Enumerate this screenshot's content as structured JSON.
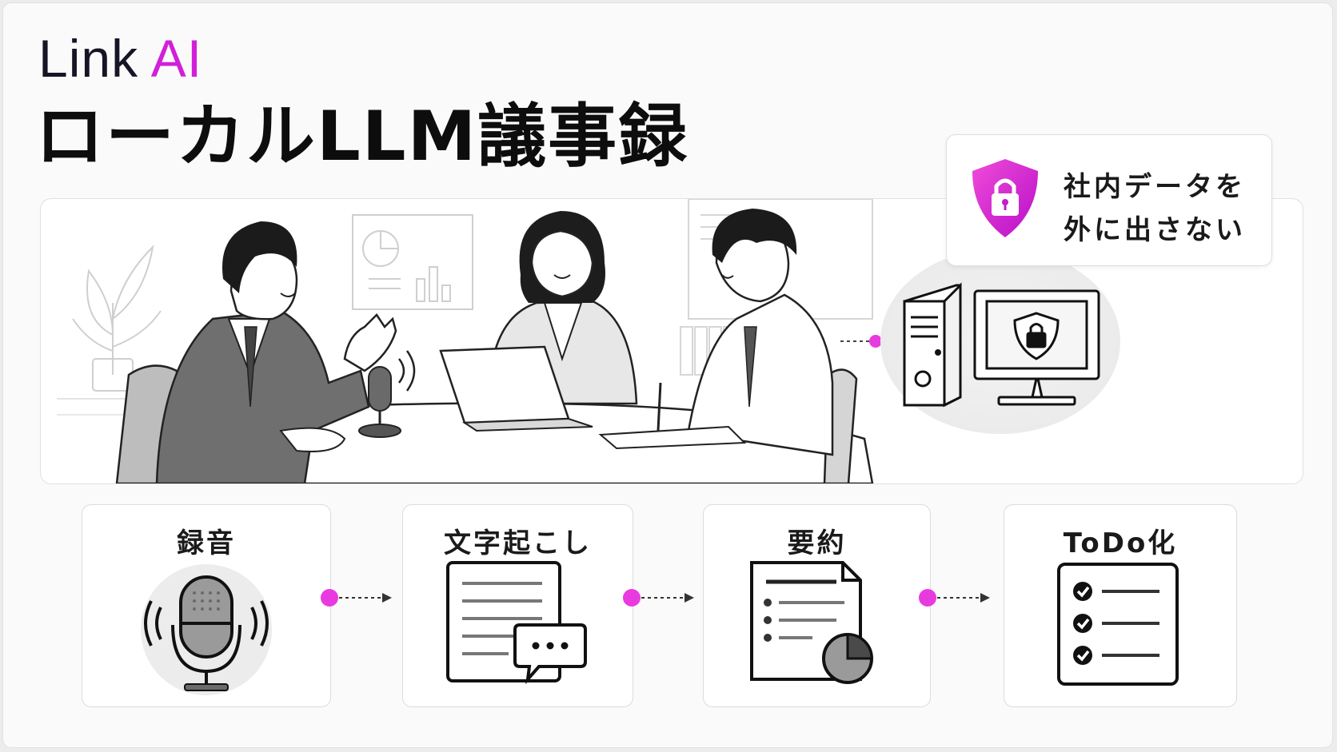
{
  "brand": {
    "name": "Link",
    "accent": "AI"
  },
  "title": "ローカルLLM議事録",
  "security": {
    "line1": "社内データを",
    "line2": "外に出さない"
  },
  "steps": [
    {
      "label": "録音",
      "icon": "microphone-icon"
    },
    {
      "label": "文字起こし",
      "icon": "transcript-document-icon"
    },
    {
      "label": "要約",
      "icon": "summary-document-icon"
    },
    {
      "label": "ToDo化",
      "icon": "todo-checklist-icon"
    }
  ],
  "colors": {
    "accent": "#d21fd9",
    "accent_light": "#e93ae0",
    "ink": "#111111",
    "gray": "#8a8a8a"
  }
}
